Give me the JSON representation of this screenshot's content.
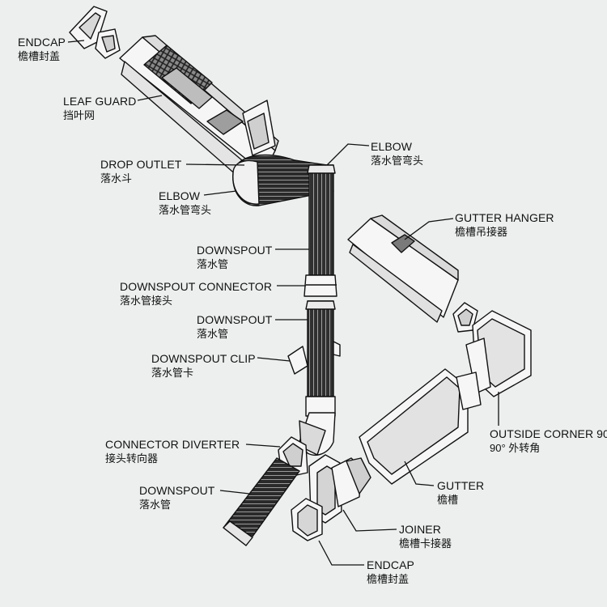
{
  "colors": {
    "background": "#ecefee",
    "line": "#111111",
    "fill_light": "#f5f5f5",
    "fill_dark": "#3a3a3a"
  },
  "labels": [
    {
      "en": "ENDCAP",
      "zh": "檐槽封盖"
    },
    {
      "en": "LEAF GUARD",
      "zh": "挡叶网"
    },
    {
      "en": "DROP OUTLET",
      "zh": "落水斗"
    },
    {
      "en": "ELBOW",
      "zh": "落水管弯头"
    },
    {
      "en": "ELBOW",
      "zh": "落水管弯头"
    },
    {
      "en": "DOWNSPOUT",
      "zh": "落水管"
    },
    {
      "en": "DOWNSPOUT CONNECTOR",
      "zh": "落水管接头"
    },
    {
      "en": "DOWNSPOUT",
      "zh": "落水管"
    },
    {
      "en": "DOWNSPOUT CLIP",
      "zh": "落水管卡"
    },
    {
      "en": "CONNECTOR DIVERTER",
      "zh": "接头转向器"
    },
    {
      "en": "DOWNSPOUT",
      "zh": "落水管"
    },
    {
      "en": "GUTTER HANGER",
      "zh": "檐槽吊接器"
    },
    {
      "en": "OUTSIDE CORNER 90",
      "zh": "90° 外转角"
    },
    {
      "en": "GUTTER",
      "zh": "檐槽"
    },
    {
      "en": "JOINER",
      "zh": "檐槽卡接器"
    },
    {
      "en": "ENDCAP",
      "zh": "檐槽封盖"
    }
  ]
}
